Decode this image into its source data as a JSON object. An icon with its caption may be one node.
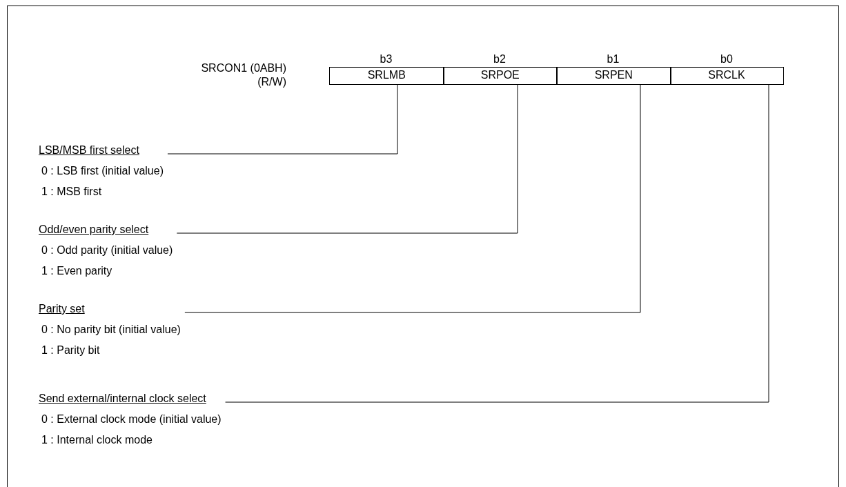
{
  "diagram": {
    "nodes": [
      {
        "text": [
          "SRLMB"
        ],
        "beside": [
          "b3"
        ]
      },
      {
        "text": [
          "SRPOE"
        ],
        "beside": [
          "b2"
        ]
      },
      {
        "text": [
          "SRPEN"
        ],
        "beside": [
          "b1"
        ]
      },
      {
        "text": [
          "SRCLK"
        ],
        "beside": [
          "b0"
        ]
      },
      {
        "text": [
          "LSB/MSB first select",
          "0 : LSB first (initial value)",
          "1 : MSB first"
        ]
      },
      {
        "text": [
          "Odd/even parity select",
          "0 : Odd parity (initial value)",
          "1 : Even parity"
        ]
      },
      {
        "text": [
          "Parity set",
          "0 : No parity bit (initial value)",
          "1 : Parity bit"
        ]
      },
      {
        "text": [
          "Send external/internal clock select",
          "0 : External clock mode (initial value)",
          "1 : Internal clock mode"
        ]
      }
    ],
    "edges": [
      {
        "from": 0,
        "to": 4,
        "arrow": "none"
      },
      {
        "from": 1,
        "to": 5,
        "arrow": "none"
      },
      {
        "from": 2,
        "to": 6,
        "arrow": "none"
      },
      {
        "from": 3,
        "to": 7,
        "arrow": "none"
      }
    ],
    "labels": [
      "SRCON1 (0ABH)",
      "(R/W)"
    ]
  }
}
